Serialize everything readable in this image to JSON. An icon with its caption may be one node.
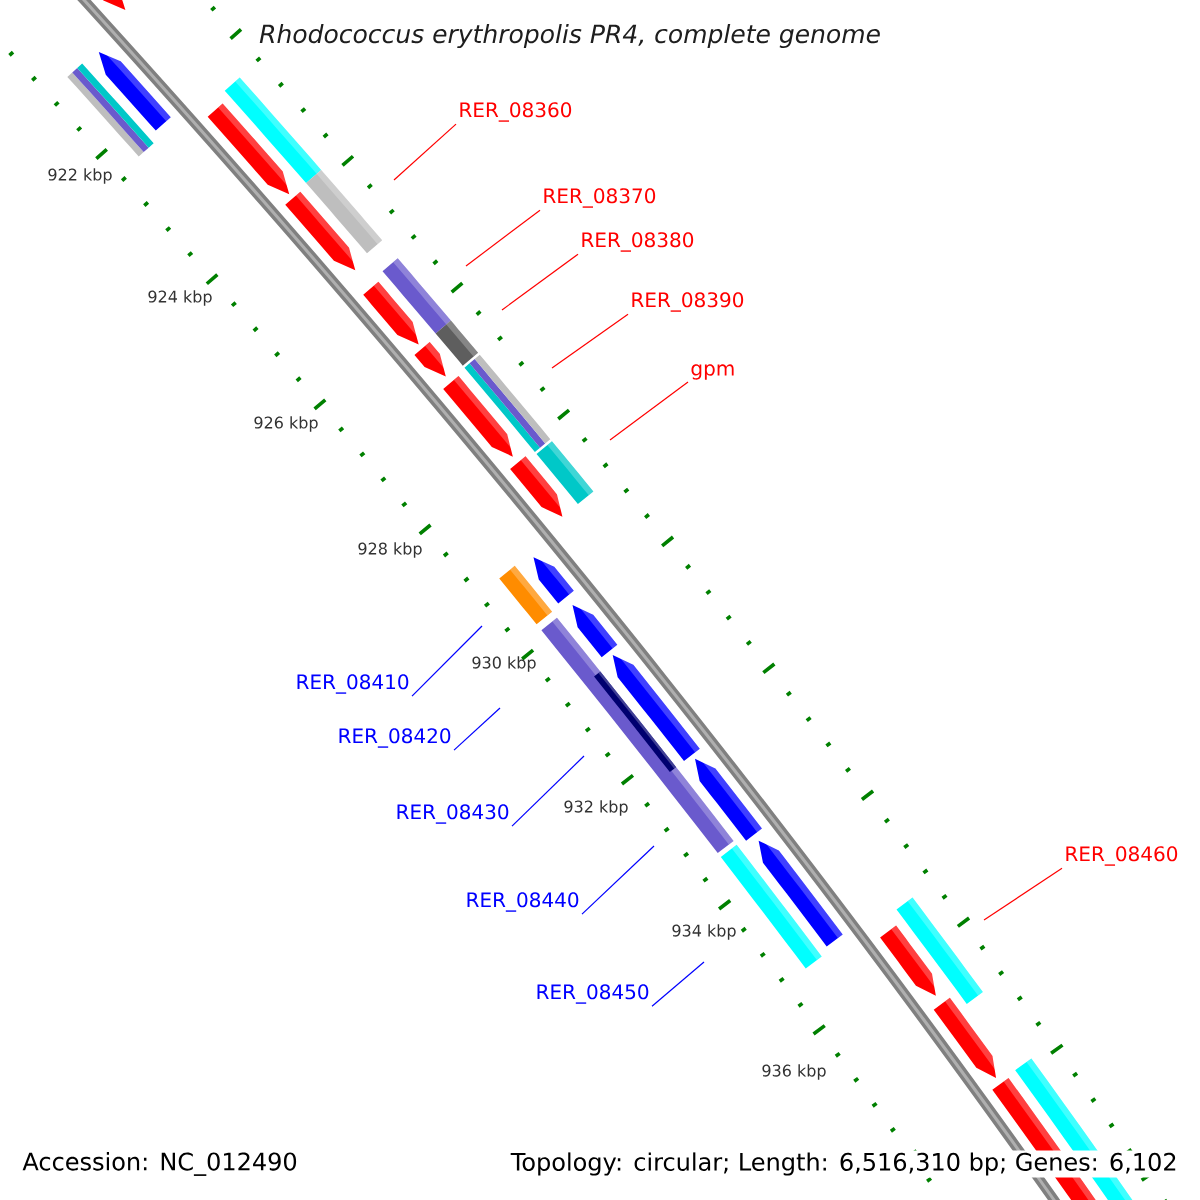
{
  "diagram": {
    "title": "Rhodococcus erythropolis PR4, complete genome",
    "nodes": [
      {
        "text": [
          "RER_08360"
        ]
      },
      {
        "text": [
          "RER_08370"
        ]
      },
      {
        "text": [
          "RER_08380"
        ]
      },
      {
        "text": [
          "RER_08390"
        ]
      },
      {
        "text": [
          "gpm"
        ]
      },
      {
        "text": [
          "RER_08410"
        ]
      },
      {
        "text": [
          "RER_08420"
        ]
      },
      {
        "text": [
          "RER_08430"
        ]
      },
      {
        "text": [
          "RER_08440"
        ]
      },
      {
        "text": [
          "RER_08450"
        ]
      },
      {
        "text": [
          "RER_08460"
        ]
      }
    ],
    "edges": [
      {
        "from": 0,
        "to": null,
        "arrow": "none"
      },
      {
        "from": 1,
        "to": null,
        "arrow": "none"
      },
      {
        "from": 2,
        "to": null,
        "arrow": "none"
      },
      {
        "from": 3,
        "to": null,
        "arrow": "none"
      },
      {
        "from": 4,
        "to": null,
        "arrow": "none"
      },
      {
        "from": 5,
        "to": null,
        "arrow": "none",
        "color": "#0000ff"
      },
      {
        "from": 6,
        "to": null,
        "arrow": "none",
        "color": "#0000ff"
      },
      {
        "from": 7,
        "to": null,
        "arrow": "none",
        "color": "#0000ff"
      },
      {
        "from": 8,
        "to": null,
        "arrow": "none",
        "color": "#0000ff"
      },
      {
        "from": 9,
        "to": null,
        "arrow": "none",
        "color": "#0000ff"
      },
      {
        "from": 10,
        "to": null,
        "arrow": "none"
      }
    ],
    "labels": [
      "922 kbp",
      "924 kbp",
      "926 kbp",
      "928 kbp",
      "930 kbp",
      "932 kbp",
      "934 kbp",
      "936 kbp",
      "Accession: NC_012490",
      "Topology: circular; Length: 6,516,310 bp; Genes: 6,102"
    ]
  }
}
